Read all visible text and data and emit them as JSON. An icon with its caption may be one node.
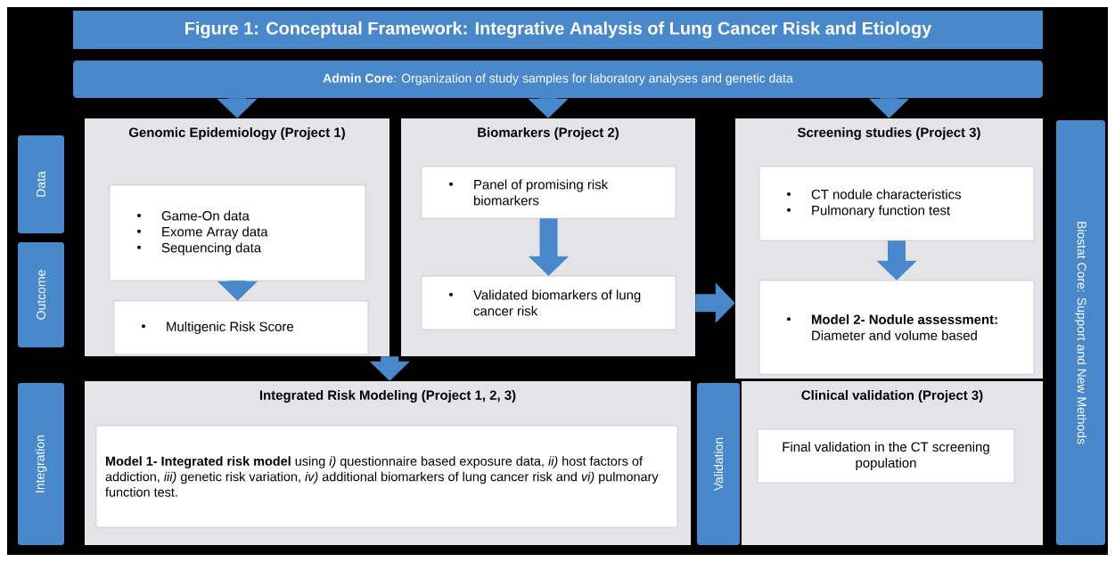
{
  "diagram": {
    "nodes": [
      {
        "text": [
          "Figure 1: Conceptual Framework: Integrative Analysis of Lung Cancer Risk and Etiology"
        ]
      },
      {
        "text": [
          "**Admin Core**: Organization of study samples for laboratory analyses and genetic data"
        ]
      },
      {
        "text": [
          "Genomic Epidemiology (Project 1)"
        ]
      },
      {
        "text": [
          "Game-On data",
          "Exome Array data",
          "Sequencing data"
        ],
        "in": 2
      },
      {
        "text": [
          "Multigenic Risk Score"
        ],
        "in": 2
      },
      {
        "text": [
          "Biomarkers (Project 2)"
        ]
      },
      {
        "text": [
          "Panel of promising risk biomarkers"
        ],
        "in": 5
      },
      {
        "text": [
          "Validated biomarkers of lung cancer risk"
        ],
        "in": 5
      },
      {
        "text": [
          "Screening studies (Project 3)"
        ]
      },
      {
        "text": [
          "CT nodule characteristics",
          "Pulmonary function test"
        ],
        "in": 8
      },
      {
        "text": [
          "**Model 2- Nodule assessment:** Diameter and volume based"
        ],
        "in": 8
      },
      {
        "text": [
          "Integrated Risk Modeling (Project 1, 2, 3)"
        ]
      },
      {
        "text": [
          "**Model 1- Integrated risk model** using *i)* questionnaire based exposure data, *ii)* host factors of addiction, *iii)* genetic risk variation, *iv)* additional biomarkers of lung cancer risk and *vi)* pulmonary function test."
        ],
        "in": 11
      },
      {
        "text": [
          "Clinical validation (Project 3)"
        ]
      },
      {
        "text": [
          "Final validation in the CT screening population"
        ],
        "in": 13
      },
      {
        "text": [
          "Data"
        ]
      },
      {
        "text": [
          "Outcome"
        ]
      },
      {
        "text": [
          "Integration"
        ]
      },
      {
        "text": [
          "Validation"
        ]
      },
      {
        "text": [
          "Biostat Core: Support and New Methods"
        ]
      }
    ],
    "edges": [
      {
        "from": 1,
        "to": 2,
        "arrow": "to"
      },
      {
        "from": 1,
        "to": 5,
        "arrow": "to"
      },
      {
        "from": 1,
        "to": 8,
        "arrow": "to"
      },
      {
        "from": 3,
        "to": 4,
        "arrow": "to"
      },
      {
        "from": 6,
        "to": 7,
        "arrow": "to"
      },
      {
        "from": 9,
        "to": 10,
        "arrow": "to"
      },
      {
        "from": 5,
        "to": 8,
        "arrow": "to"
      },
      {
        "from": 2,
        "to": 11,
        "arrow": "to"
      }
    ]
  }
}
